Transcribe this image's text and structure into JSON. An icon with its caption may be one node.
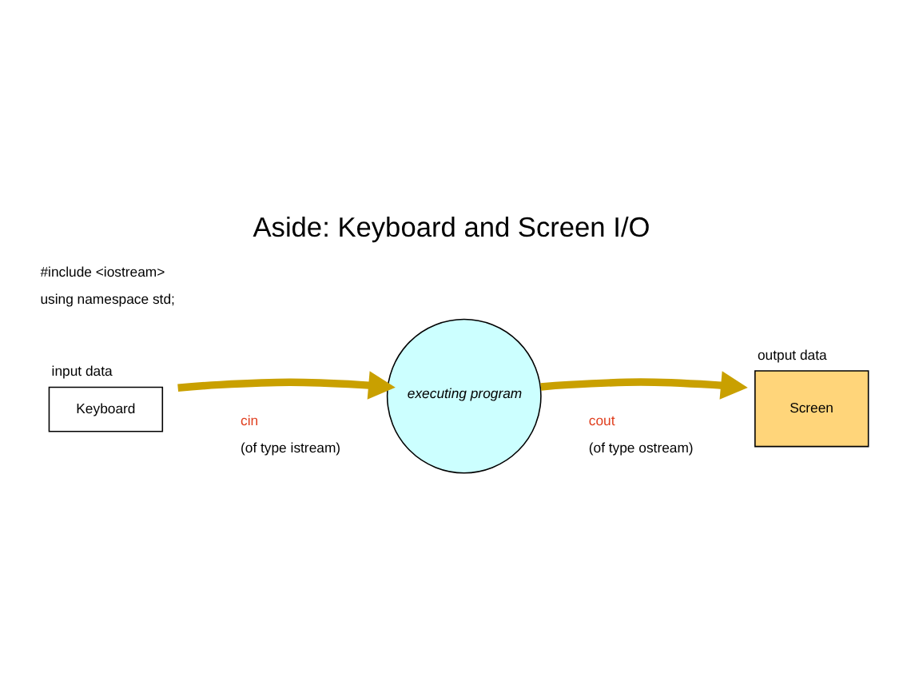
{
  "diagram": {
    "title": "Aside: Keyboard and Screen I/O",
    "nodes": [
      {
        "text": [
          "Keyboard"
        ],
        "beside": [
          "input data"
        ]
      },
      {
        "text": [
          "executing program"
        ]
      },
      {
        "text": [
          "Screen"
        ],
        "beside": [
          "output data"
        ]
      }
    ],
    "edges": [
      {
        "from": 0,
        "to": 1,
        "arrow": "to"
      },
      {
        "from": 1,
        "to": 2,
        "arrow": "to"
      }
    ],
    "labels": [
      "#include <iostream>",
      "using namespace std;",
      "cin",
      "(of type istream)",
      "cout",
      "(of type ostream)"
    ]
  }
}
